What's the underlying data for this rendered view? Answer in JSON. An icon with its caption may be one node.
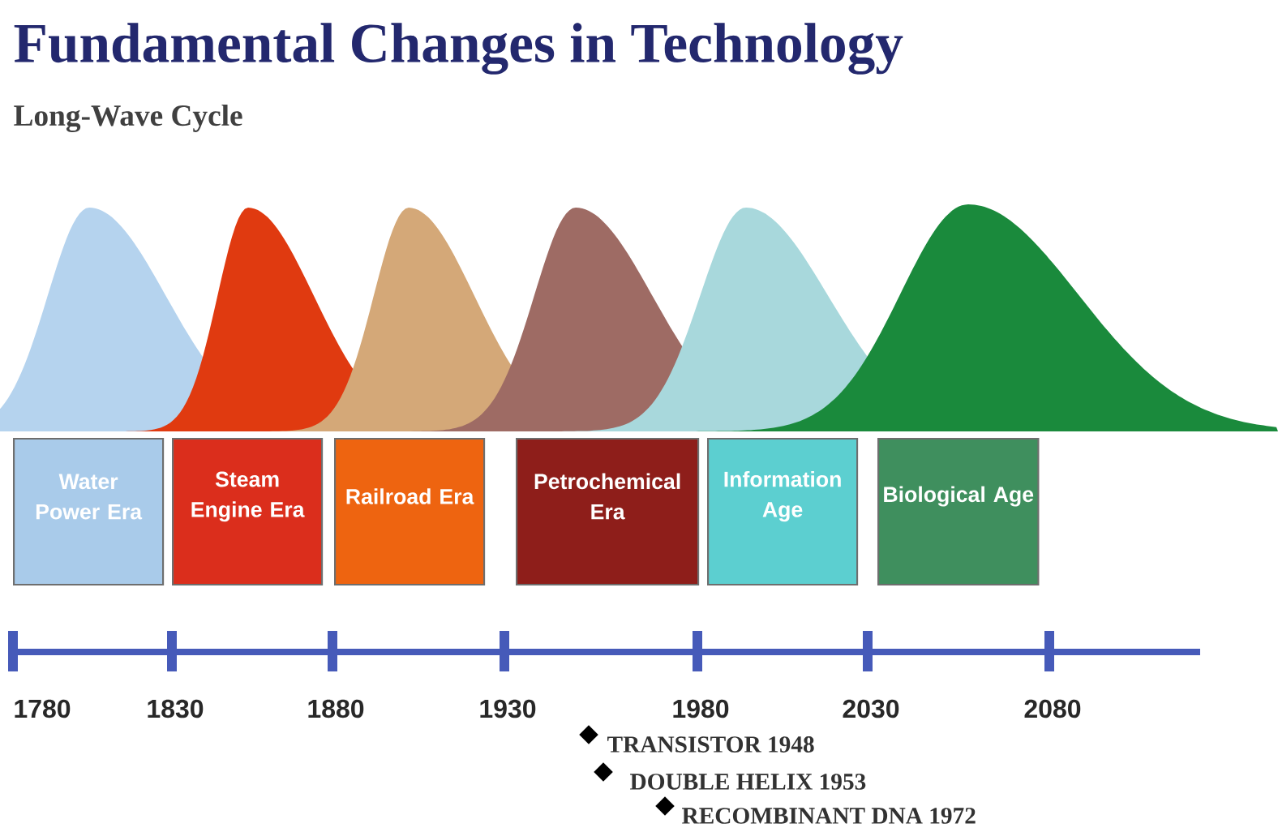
{
  "diagram": {
    "title": "Fundamental Changes in Technology",
    "caption": "Long-Wave Cycle",
    "nodes": [
      {
        "text": [
          "Water Power Era"
        ]
      },
      {
        "text": [
          "Steam Engine Era"
        ]
      },
      {
        "text": [
          "Railroad Era"
        ]
      },
      {
        "text": [
          "Petrochemical Era"
        ]
      },
      {
        "text": [
          "Information Age"
        ]
      },
      {
        "text": [
          "Biological Age"
        ]
      }
    ],
    "labels": [
      "1780",
      "1830",
      "1880",
      "1930",
      "1980",
      "2030",
      "2080",
      "TRANSISTOR 1948",
      "DOUBLE HELIX 1953",
      "RECOMBINANT DNA 1972"
    ]
  }
}
